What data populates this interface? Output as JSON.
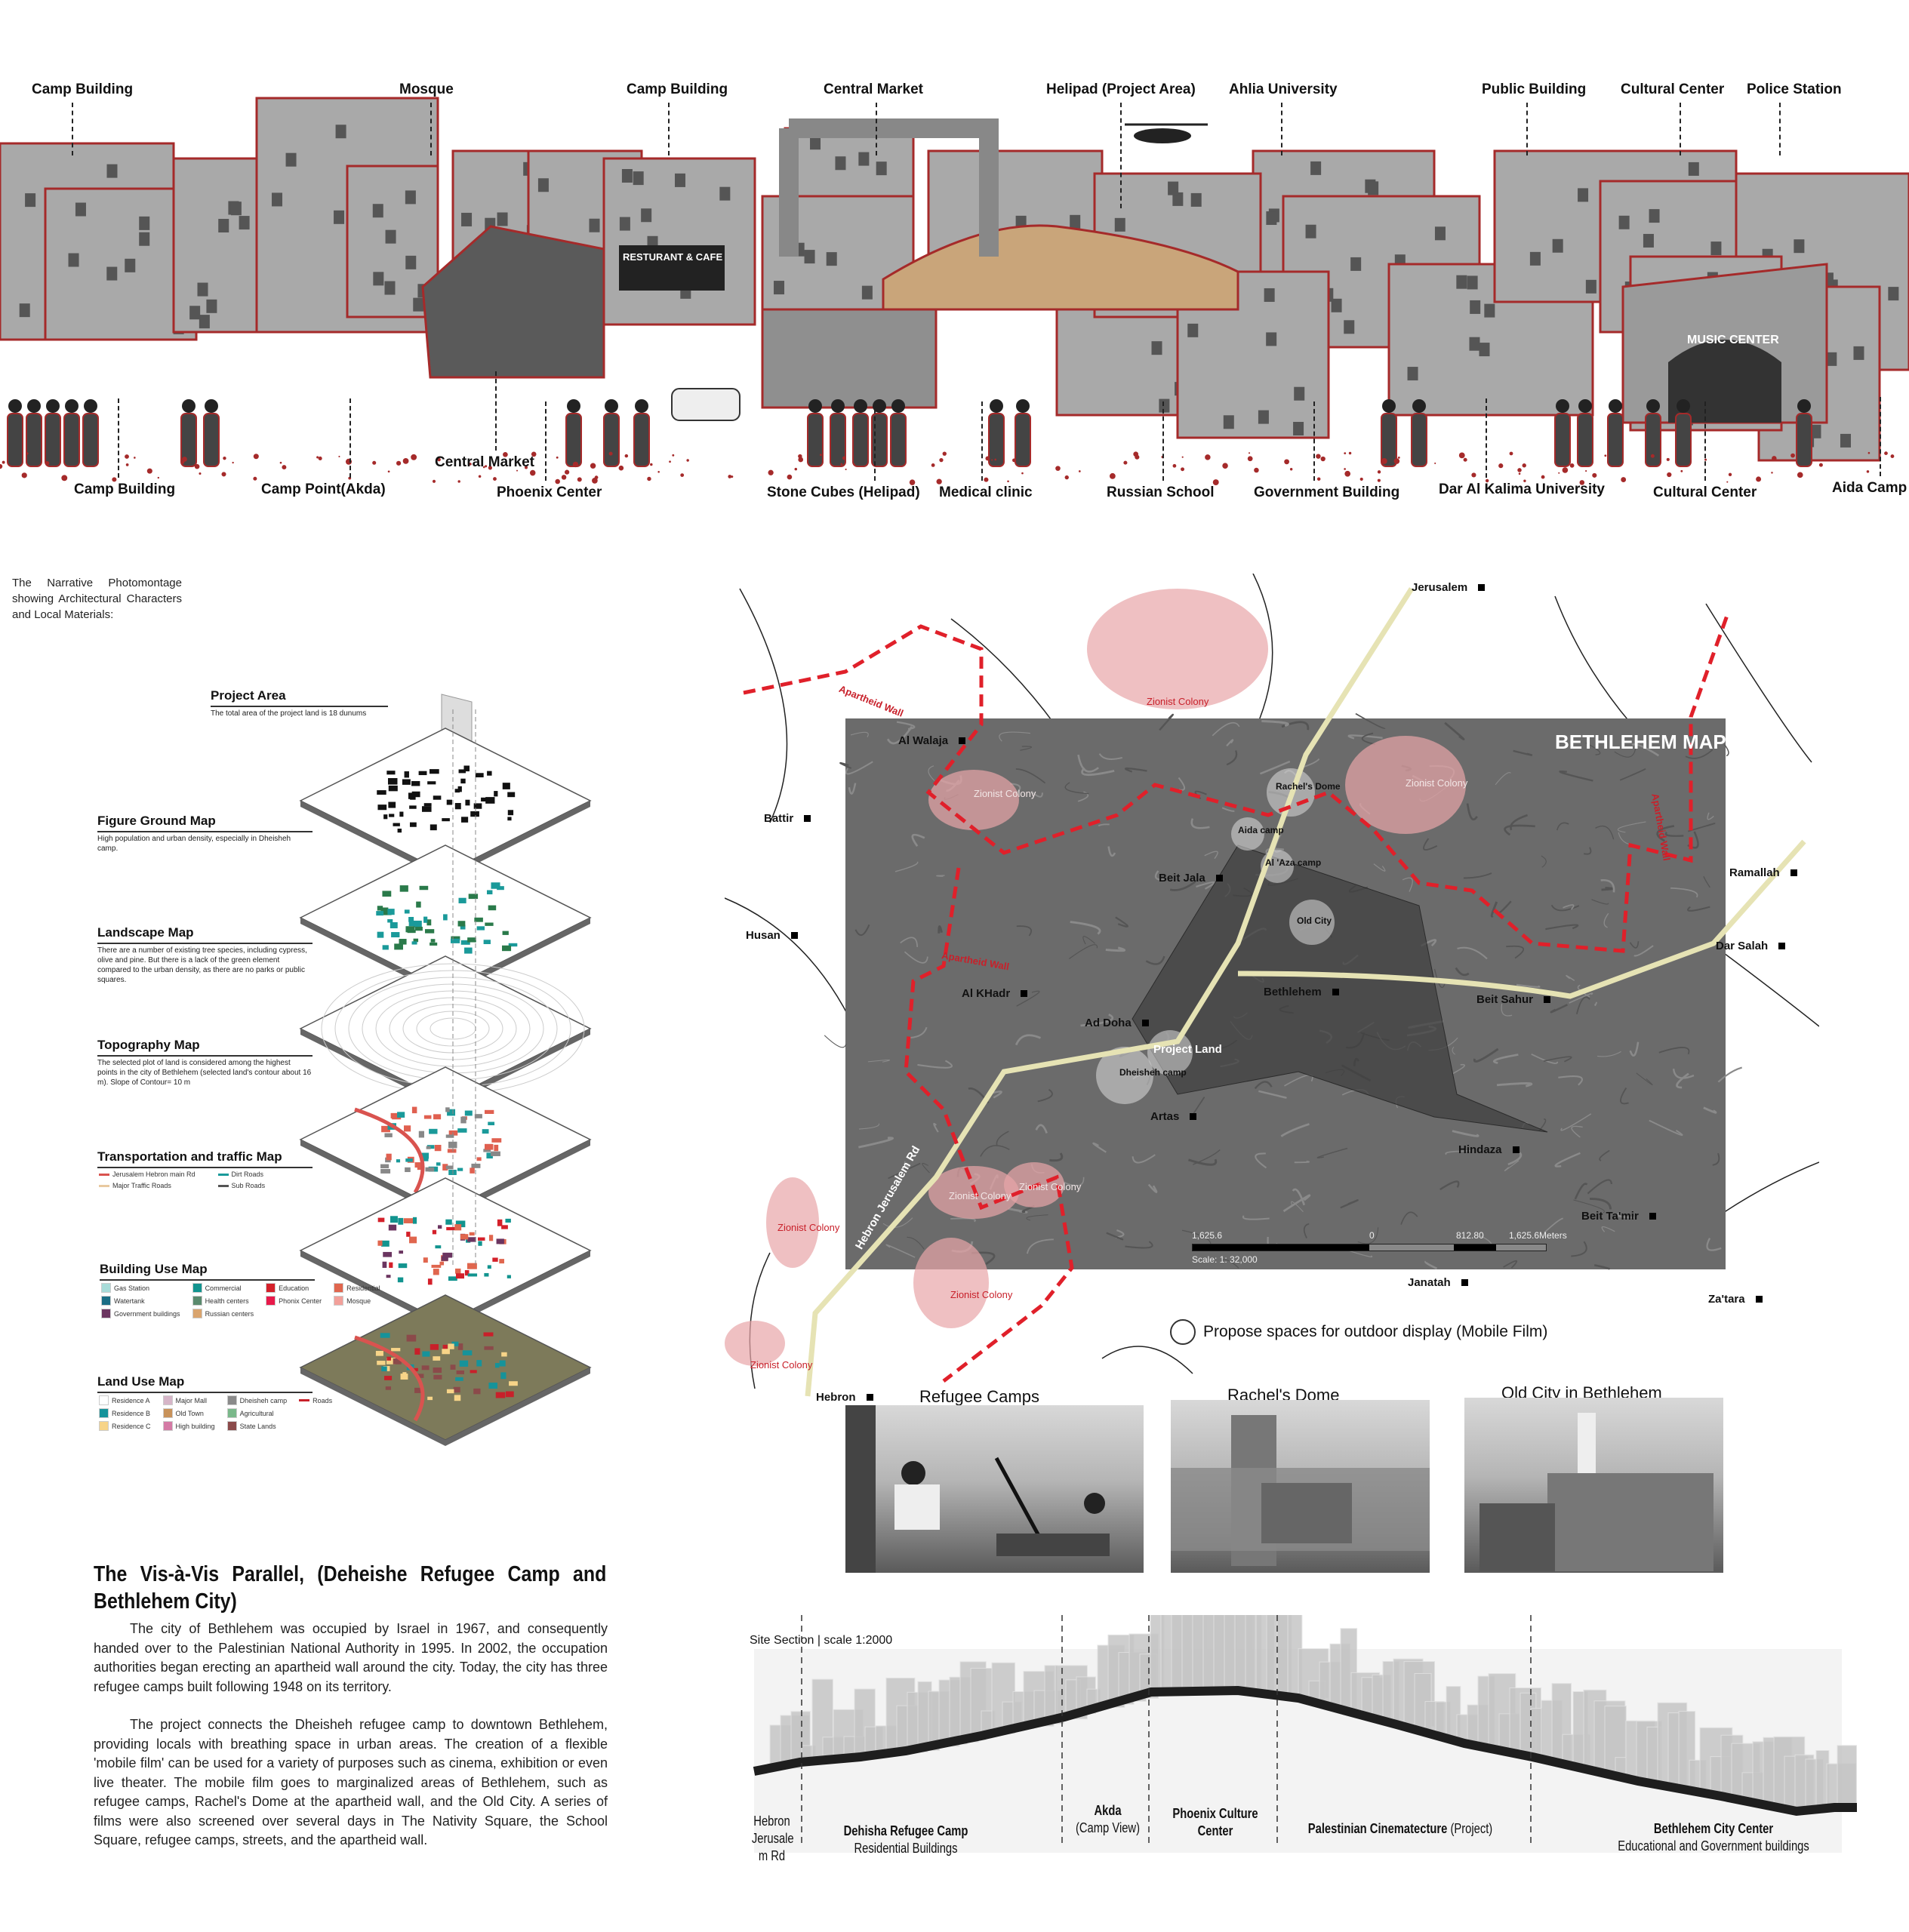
{
  "montage": {
    "top_labels": [
      "Camp Building",
      "Mosque",
      "Camp Building",
      "Central Market",
      "Helipad (Project Area)",
      "Ahlia University",
      "Public Building",
      "Cultural Center",
      "Police Station"
    ],
    "bottom_labels": [
      "Camp Building",
      "Camp Point(Akda)",
      "Central Market",
      "Phoenix Center",
      "Stone Cubes (Helipad)",
      "Medical clinic",
      "Russian  School",
      "Government Building",
      "Dar Al Kalima University",
      "Cultural Center",
      "Aida Camp"
    ],
    "signs": [
      "RESTURANT & CAFE",
      "MUSIC CENTER"
    ],
    "colors": {
      "outline": "#a52a2a",
      "building": "#a9a9a9",
      "helipad": "#c9a57a"
    }
  },
  "narrative_caption": "The Narrative Photomontage showing Architectural Characters and Local Materials:",
  "layers": [
    {
      "title": "Project Area",
      "desc": "The total area of the project land is 18 dunums",
      "legend": []
    },
    {
      "title": "Figure Ground Map",
      "desc": "High population and urban density, especially in Dheisheh camp.",
      "legend": []
    },
    {
      "title": "Landscape Map",
      "desc": "There are a number of existing tree species, including cypress, olive and pine. But there is a lack of the green element compared to the urban density, as there are no parks or public squares.",
      "legend": []
    },
    {
      "title": "Topography Map",
      "desc": "The selected plot of land is considered among the highest points in the city of Bethlehem (selected land's contour about 16 m). Slope of Contour= 10 m",
      "legend": []
    },
    {
      "title": "Transportation and traffic Map",
      "desc": "",
      "legend": [
        {
          "label": "Jerusalem Hebron main Rd",
          "color": "#d9534f",
          "kind": "line"
        },
        {
          "label": "Dirt Roads",
          "color": "#1a9a9a",
          "kind": "line"
        },
        {
          "label": "Major Traffic Roads",
          "color": "#e8c9a0",
          "kind": "line"
        },
        {
          "label": "Sub Roads",
          "color": "#555555",
          "kind": "line"
        }
      ]
    },
    {
      "title": "Building Use Map",
      "desc": "",
      "legend": [
        {
          "label": "Gas Station",
          "color": "#a8dcd9"
        },
        {
          "label": "Commercial",
          "color": "#12948f"
        },
        {
          "label": "Education",
          "color": "#d4202a"
        },
        {
          "label": "Residential",
          "color": "#e0664e"
        },
        {
          "label": "Watertank",
          "color": "#1b6e85"
        },
        {
          "label": "Health centers",
          "color": "#5a8a6e"
        },
        {
          "label": "Phonix Center",
          "color": "#e8194a"
        },
        {
          "label": "Mosque",
          "color": "#f2a09a"
        },
        {
          "label": "Government buildings",
          "color": "#6b3560"
        },
        {
          "label": "Russian centers",
          "color": "#d9a46e"
        }
      ]
    },
    {
      "title": "Land Use Map",
      "desc": "",
      "legend": [
        {
          "label": "Residence A",
          "color": "#ffffff"
        },
        {
          "label": "Major Mall",
          "color": "#d6b5c8"
        },
        {
          "label": "Dheisheh camp",
          "color": "#8a8a8a"
        },
        {
          "label": "Roads",
          "color": "#c8202a",
          "kind": "line"
        },
        {
          "label": "Residence B",
          "color": "#16939a"
        },
        {
          "label": "Old Town",
          "color": "#c8925a"
        },
        {
          "label": "Agricultural",
          "color": "#7ab88a"
        },
        {
          "label": "",
          "color": ""
        },
        {
          "label": "Residence C",
          "color": "#f7d488"
        },
        {
          "label": "High building",
          "color": "#d47aa5"
        },
        {
          "label": "State Lands",
          "color": "#8b4a4a"
        }
      ]
    }
  ],
  "map": {
    "title": "BETHLEHEM MAP",
    "places": [
      {
        "name": "Jerusalem",
        "type": "place"
      },
      {
        "name": "Zionist Colony",
        "type": "colony-r"
      },
      {
        "name": "Apartheid Wall",
        "type": "wall"
      },
      {
        "name": "Al Walaja",
        "type": "place"
      },
      {
        "name": "Zionist Colony",
        "type": "colony-w"
      },
      {
        "name": "Zionist Colony",
        "type": "colony-w"
      },
      {
        "name": "Rachel's Dome",
        "type": "light"
      },
      {
        "name": "Battir",
        "type": "place"
      },
      {
        "name": "Aida camp",
        "type": "light"
      },
      {
        "name": "Al 'Aza camp",
        "type": "light"
      },
      {
        "name": "Beit Jala",
        "type": "place"
      },
      {
        "name": "Ramallah",
        "type": "place"
      },
      {
        "name": "Old City",
        "type": "light"
      },
      {
        "name": "Husan",
        "type": "place"
      },
      {
        "name": "Dar Salah",
        "type": "place"
      },
      {
        "name": "Apartheid Wall",
        "type": "wall"
      },
      {
        "name": "Bethlehem",
        "type": "place"
      },
      {
        "name": "Al KHadr",
        "type": "place"
      },
      {
        "name": "Beit Sahur",
        "type": "place"
      },
      {
        "name": "Ad Doha",
        "type": "place"
      },
      {
        "name": "Project Land",
        "type": "white"
      },
      {
        "name": "Dheisheh camp",
        "type": "light"
      },
      {
        "name": "Artas",
        "type": "place"
      },
      {
        "name": "Hindaza",
        "type": "place"
      },
      {
        "name": "Zionist Colony",
        "type": "colony-w"
      },
      {
        "name": "Zionist Colony",
        "type": "colony-w"
      },
      {
        "name": "Zionist Colony",
        "type": "colony-r"
      },
      {
        "name": "Beit Ta'mir",
        "type": "place"
      },
      {
        "name": "Janatah",
        "type": "place"
      },
      {
        "name": "Zionist Colony",
        "type": "colony-r"
      },
      {
        "name": "Za'tara",
        "type": "place"
      },
      {
        "name": "Zionist Colony",
        "type": "colony-r"
      },
      {
        "name": "Hebron",
        "type": "place"
      },
      {
        "name": "Hebron Jerusalem Rd",
        "type": "white"
      },
      {
        "name": "Apartheid Wall",
        "type": "wall"
      }
    ],
    "scale_ticks": [
      "1,625.6",
      "0",
      "812.80",
      "1,625.6Meters"
    ],
    "scale_text": "Scale:    1: 32,000",
    "legend_text": "Propose spaces for outdoor display (Mobile Film)",
    "colors": {
      "wall": "#e0202a",
      "colony": "#e8a5a8",
      "road": "#e6e3b4",
      "aerial": "#6b6b6b"
    }
  },
  "photos": [
    {
      "label": "Refugee Camps"
    },
    {
      "label": "Rachel's Dome"
    },
    {
      "label": "Old City in Bethlehem"
    }
  ],
  "section": {
    "title": "Site Section | scale 1:2000",
    "labels": [
      {
        "bold": "",
        "normal": "Hebron Jerusale m Rd"
      },
      {
        "bold": "Dehisha Refugee Camp",
        "normal": "Residential Buildings"
      },
      {
        "bold": "Akda",
        "normal": "(Camp View)"
      },
      {
        "bold": "Phoenix Culture Center",
        "normal": ""
      },
      {
        "bold": "Palestinian Cinematecture",
        "normal": "(Project)"
      },
      {
        "bold": "Bethlehem City Center",
        "normal": "Educational and Government buildings"
      }
    ]
  },
  "article": {
    "title_line1": "The Vis-à-Vis Parallel, (Deheishe Refugee Camp and",
    "title_line2": "Bethlehem City)",
    "p1": "The city of Bethlehem was occupied by Israel in 1967, and consequently handed over to the Palestinian National Authority in 1995. In 2002, the occupation authorities began erecting an apartheid wall around the city. Today, the city has three refugee camps built following 1948 on its territory.",
    "p2": "The project connects the Dheisheh refugee camp to downtown Bethlehem, providing locals with breathing space in urban areas. The creation of a flexible 'mobile film' can be used for a variety of purposes such as cinema, exhibition or even live theater. The mobile film goes to marginalized areas of Bethlehem, such as refugee camps, Rachel's Dome at the apartheid wall, and the Old City. A series of films were also screened over several days in The Nativity Square, the School Square, refugee camps, streets, and the apartheid wall."
  }
}
